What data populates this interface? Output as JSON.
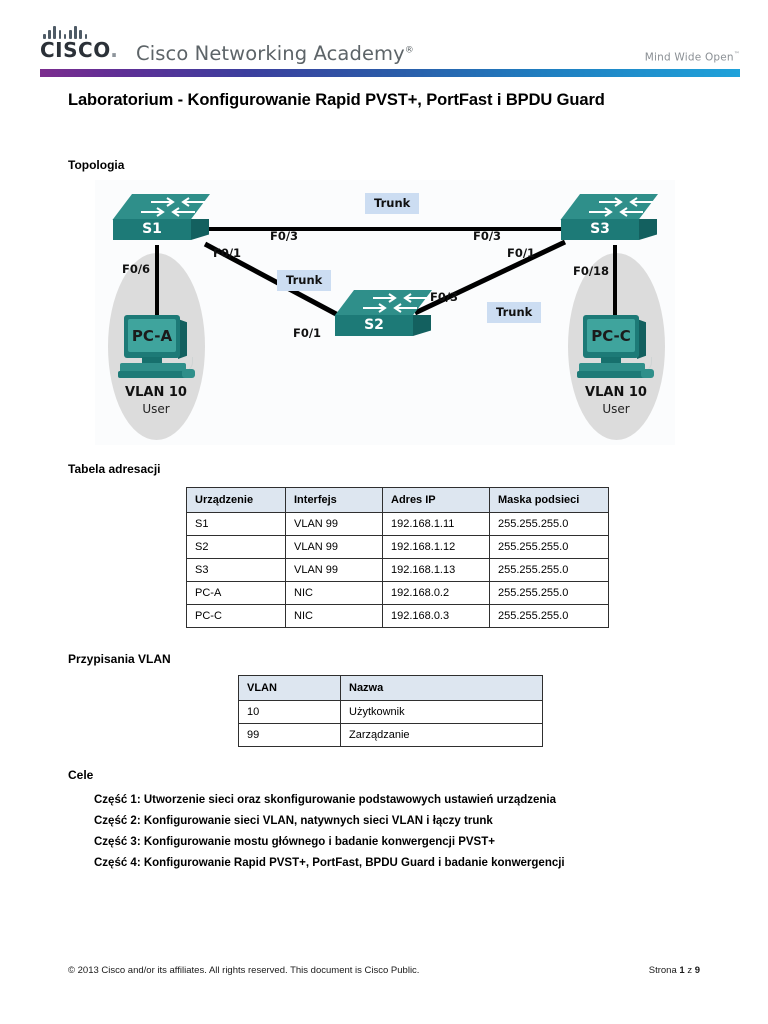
{
  "header": {
    "brand_mark": "cisco-logo",
    "brand_word": "CISCO",
    "brand_word_suffix": ".",
    "academy_text": "Cisco Networking Academy",
    "academy_trademark": "®",
    "tagline": "Mind Wide Open",
    "tagline_trademark": "™",
    "gradient_from": "#7b2d8e",
    "gradient_to": "#1fa2da"
  },
  "document": {
    "title": "Laboratorium - Konfigurowanie Rapid PVST+, PortFast i BPDU Guard"
  },
  "sections": {
    "topology_heading": "Topologia",
    "addressing_heading": "Tabela adresacji",
    "vlan_heading": "Przypisania VLAN",
    "objectives_heading": "Cele"
  },
  "topology": {
    "devices": [
      {
        "id": "S1",
        "label": "S1",
        "type": "switch"
      },
      {
        "id": "S2",
        "label": "S2",
        "type": "switch"
      },
      {
        "id": "S3",
        "label": "S3",
        "type": "switch"
      },
      {
        "id": "PC-A",
        "label": "PC-A",
        "type": "pc"
      },
      {
        "id": "PC-C",
        "label": "PC-C",
        "type": "pc"
      }
    ],
    "interface_labels": {
      "s1_f03": "F0/3",
      "s1_f01": "F0/1",
      "s1_f06": "F0/6",
      "s2_f01": "F0/1",
      "s2_f03": "F0/3",
      "s3_f03": "F0/3",
      "s3_f01": "F0/1",
      "s3_f018": "F0/18"
    },
    "trunk_badges": [
      "Trunk",
      "Trunk",
      "Trunk"
    ],
    "zone_left": {
      "vlan": "VLAN 10",
      "role": "User"
    },
    "zone_right": {
      "vlan": "VLAN 10",
      "role": "User"
    },
    "colors": {
      "device": "#1d7a77",
      "zone": "#dcdcdc",
      "trunk_badge": "#ccddf2"
    }
  },
  "addressing_table": {
    "headers": [
      "Urządzenie",
      "Interfejs",
      "Adres IP",
      "Maska podsieci"
    ],
    "rows": [
      [
        "S1",
        "VLAN 99",
        "192.168.1.11",
        "255.255.255.0"
      ],
      [
        "S2",
        "VLAN 99",
        "192.168.1.12",
        "255.255.255.0"
      ],
      [
        "S3",
        "VLAN 99",
        "192.168.1.13",
        "255.255.255.0"
      ],
      [
        "PC-A",
        "NIC",
        "192.168.0.2",
        "255.255.255.0"
      ],
      [
        "PC-C",
        "NIC",
        "192.168.0.3",
        "255.255.255.0"
      ]
    ]
  },
  "vlan_table": {
    "headers": [
      "VLAN",
      "Nazwa"
    ],
    "rows": [
      [
        "10",
        "Użytkownik"
      ],
      [
        "99",
        "Zarządzanie"
      ]
    ]
  },
  "objectives": [
    "Część 1: Utworzenie sieci oraz skonfigurowanie podstawowych ustawień urządzenia",
    "Część 2: Konfigurowanie sieci VLAN, natywnych sieci VLAN i łączy trunk",
    "Część 3: Konfigurowanie mostu głównego i badanie konwergencji PVST+",
    "Część 4: Konfigurowanie Rapid PVST+, PortFast, BPDU Guard i badanie konwergencji"
  ],
  "footer": {
    "copyright": "© 2013 Cisco and/or its affiliates. All rights reserved. This document is Cisco Public.",
    "page_prefix": "Strona",
    "page_current": "1",
    "page_separator": "z",
    "page_total": "9"
  }
}
